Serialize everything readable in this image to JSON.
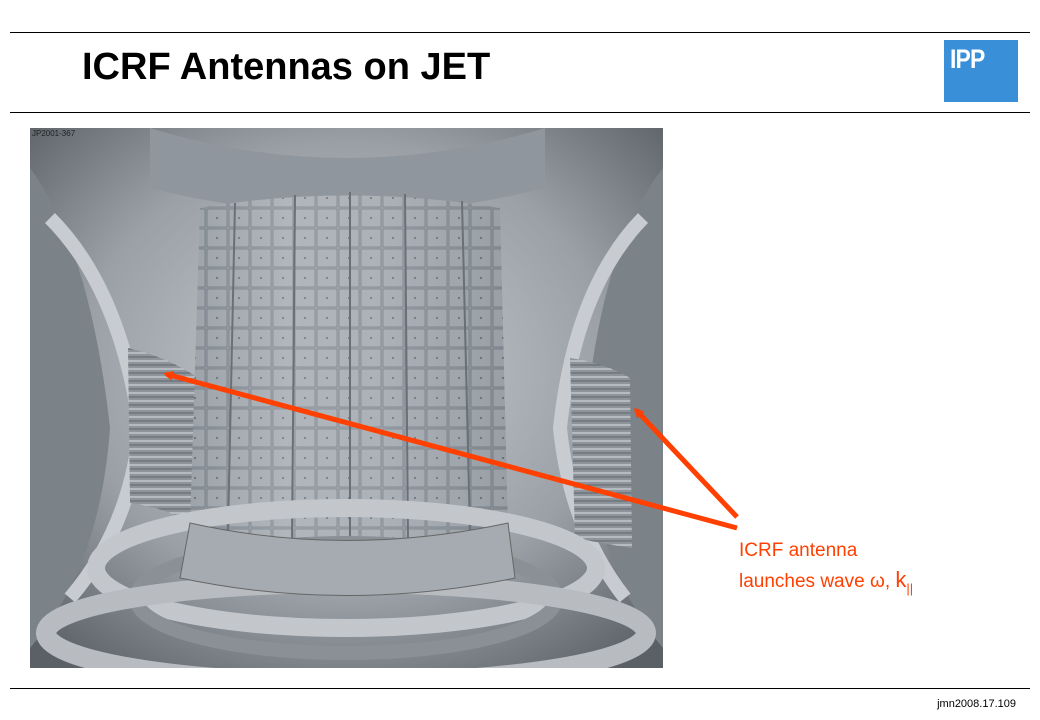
{
  "slide": {
    "title": "ICRF Antennas on JET",
    "logo_text": "IPP",
    "photo_code": "JP2001-367",
    "annotation": {
      "line1": "ICRF antenna",
      "line2_prefix": "launches wave ",
      "omega": "ω",
      "comma": ", ",
      "k": "k",
      "k_sub": "||"
    },
    "footer": "jmn2008.17.109"
  },
  "colors": {
    "arrow": "#ff4000",
    "logo_bg": "#3a8fd9"
  }
}
